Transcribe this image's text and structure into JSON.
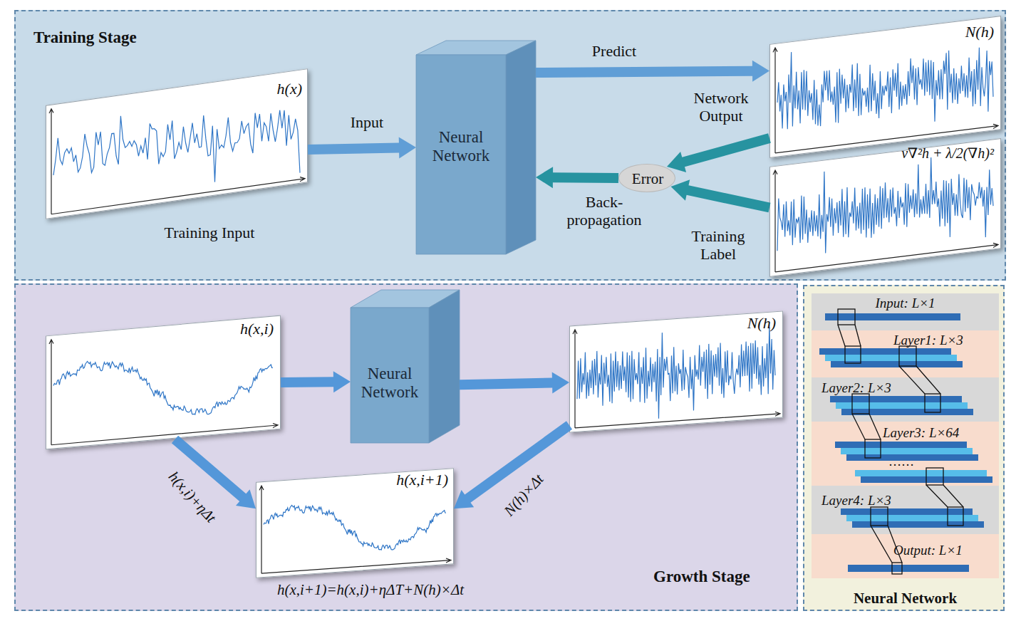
{
  "diagram": {
    "nodes": [
      {
        "text": [
          "Training Stage"
        ]
      },
      {
        "text": [
          "h(x)",
          "Training Input"
        ],
        "in": 0
      },
      {
        "text": [
          "Neural Network"
        ],
        "in": 0
      },
      {
        "text": [
          "N(h)"
        ],
        "in": 0
      },
      {
        "text": [
          "ν∇²h + λ/2(∇h)²"
        ],
        "in": 0
      },
      {
        "text": [
          "Error"
        ],
        "in": 0
      },
      {
        "text": [
          "Growth Stage"
        ]
      },
      {
        "text": [
          "h(x,i)"
        ],
        "in": 6
      },
      {
        "text": [
          "Neural Network"
        ],
        "in": 6
      },
      {
        "text": [
          "N(h)"
        ],
        "in": 6
      },
      {
        "text": [
          "h(x,i+1)"
        ],
        "in": 6
      },
      {
        "text": [
          "Neural Network"
        ]
      },
      {
        "text": [
          "Input: L×1"
        ],
        "in": 11
      },
      {
        "text": [
          "Layer1: L×3"
        ],
        "in": 11
      },
      {
        "text": [
          "Layer2: L×3"
        ],
        "in": 11
      },
      {
        "text": [
          "Layer3: L×64"
        ],
        "in": 11
      },
      {
        "text": [
          "Layer4: L×3"
        ],
        "in": 11
      },
      {
        "text": [
          "Output: L×1"
        ],
        "in": 11
      }
    ],
    "edges": [
      {
        "from": 1,
        "to": 2,
        "arrow": "to",
        "label": "Input"
      },
      {
        "from": 2,
        "to": 3,
        "arrow": "to",
        "label": "Predict"
      },
      {
        "from": 3,
        "to": 5,
        "arrow": "to",
        "label": "Network Output"
      },
      {
        "from": 4,
        "to": 5,
        "arrow": "to",
        "label": "Training Label"
      },
      {
        "from": 5,
        "to": 2,
        "arrow": "to",
        "label": "Back-propagation"
      },
      {
        "from": 7,
        "to": 8,
        "arrow": "to"
      },
      {
        "from": 8,
        "to": 9,
        "arrow": "to"
      },
      {
        "from": 7,
        "to": 10,
        "arrow": "to",
        "label": "h(x,i)+ηΔt"
      },
      {
        "from": 9,
        "to": 10,
        "arrow": "to",
        "label": "N(h)×Δt"
      }
    ],
    "labels": [
      "……",
      "h(x,i+1)=h(x,i)+ηΔT+N(h)×Δt"
    ]
  }
}
